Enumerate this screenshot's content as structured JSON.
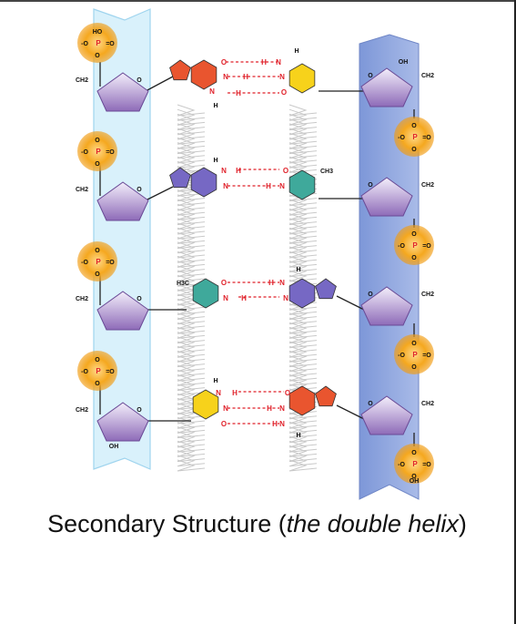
{
  "caption": {
    "prefix": "Secondary Structure (",
    "italic": "the double helix",
    "suffix": ")"
  },
  "labels": {
    "phosphate_P": "P",
    "phosphate_O": "O",
    "phosphate_neg_O": "-O",
    "phosphate_dO": "=O",
    "ho_top": "HO",
    "oh": "OH",
    "ch2": "CH2",
    "o_ring": "O",
    "h": "H",
    "n": "N",
    "ch3": "CH3",
    "h3c": "H3C"
  },
  "colors": {
    "left_strand": "#d8f0fb",
    "right_strand": "#8ea6dc",
    "sugar": "#9b7fc0",
    "phosphate": "#f2a018",
    "guanine": "#e9552f",
    "cytosine": "#f7d21b",
    "thymine": "#3fa99b",
    "adenine": "#7668c4",
    "hbond": "#e0222b"
  }
}
